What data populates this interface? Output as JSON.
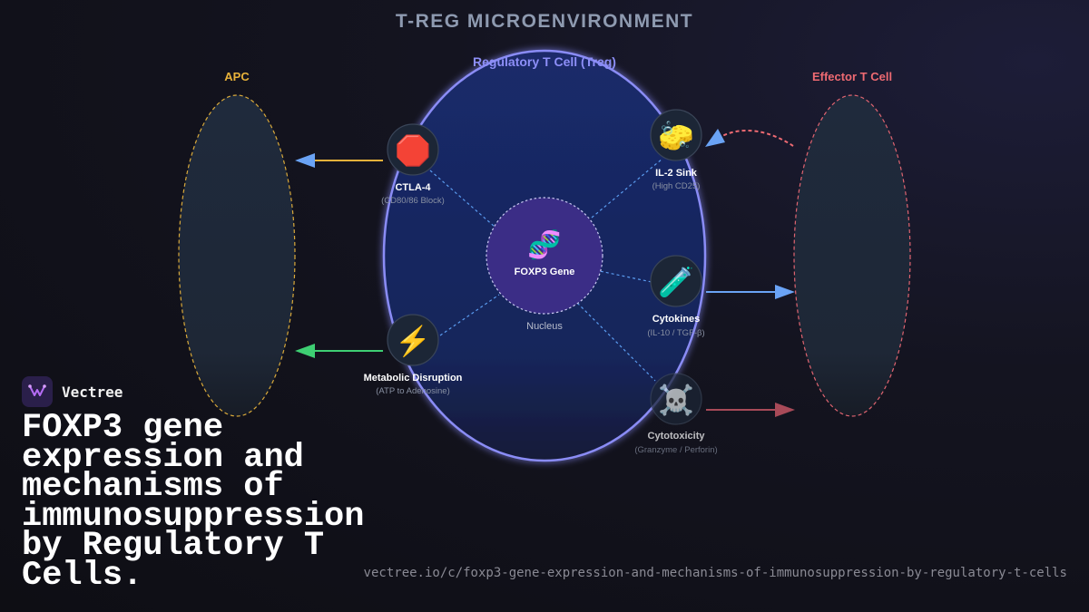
{
  "title": "T-REG MICROENVIRONMENT",
  "cells": {
    "apc": "APC",
    "treg": "Regulatory T Cell (Treg)",
    "effector": "Effector T Cell"
  },
  "nucleus": {
    "icon": "dna-icon",
    "gene": "FOXP3 Gene",
    "label": "Nucleus"
  },
  "mechanisms": [
    {
      "id": "ctla4",
      "icon": "stop-sign-icon",
      "glyph": "🛑",
      "label": "CTLA-4",
      "sublabel": "(CD80/86 Block)",
      "color": "#e8b23a"
    },
    {
      "id": "il2",
      "icon": "sponge-icon",
      "glyph": "🧽",
      "label": "IL-2 Sink",
      "sublabel": "(High CD25)",
      "color": "#5b9cf0"
    },
    {
      "id": "cytokines",
      "icon": "test-tube-icon",
      "glyph": "🧪",
      "label": "Cytokines",
      "sublabel": "(IL-10 / TGF-β)",
      "color": "#6aa3f5"
    },
    {
      "id": "metabolic",
      "icon": "lightning-icon",
      "glyph": "⚡",
      "label": "Metabolic Disruption",
      "sublabel": "(ATP to Adenosine)",
      "color": "#3ecf73"
    },
    {
      "id": "cytotoxicity",
      "icon": "skull-crossbones-icon",
      "glyph": "☠️",
      "label": "Cytotoxicity",
      "sublabel": "(Granzyme / Perforin)",
      "color": "#a84a58"
    }
  ],
  "colors": {
    "apc": "#d9a93a",
    "treg": "#8a8cf5",
    "effector": "#e06470",
    "nucleus": "#3b2d86"
  },
  "brand": {
    "name": "Vectree",
    "icon": "vectree-logo-icon"
  },
  "headline": "FOXP3 gene expression and mechanisms of immunosuppression by Regulatory T Cells.",
  "url": "vectree.io/c/foxp3-gene-expression-and-mechanisms-of-immunosuppression-by-regulatory-t-cells"
}
